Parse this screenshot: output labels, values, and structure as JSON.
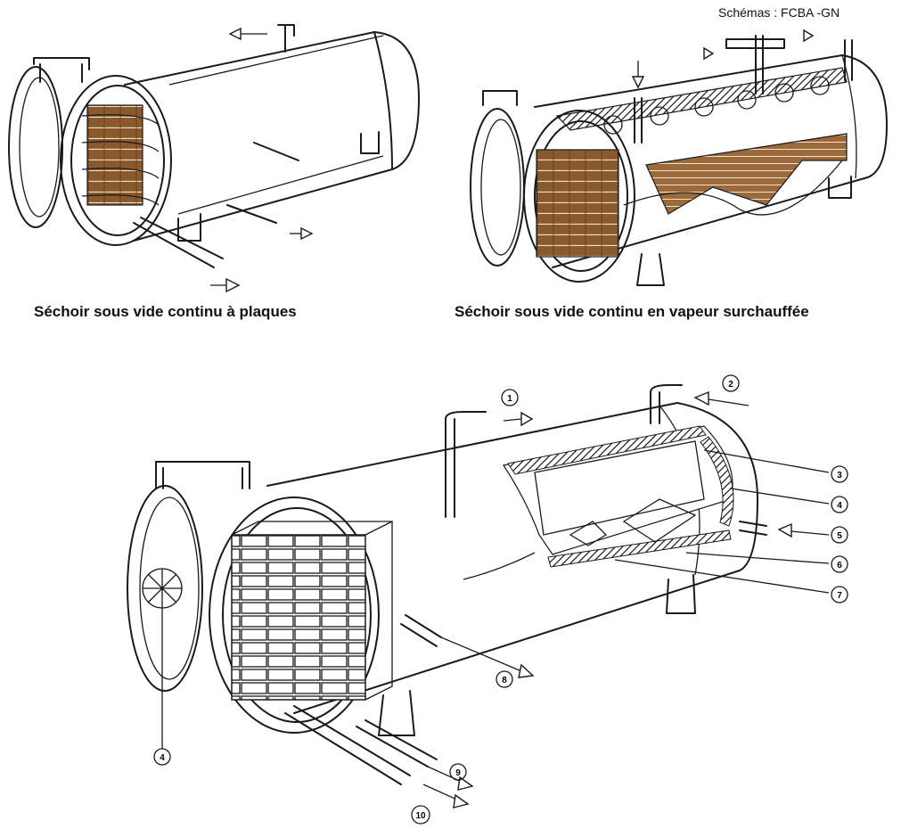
{
  "credit": "Schémas : FCBA -GN",
  "captions": {
    "left": "Séchoir sous vide continu à plaques",
    "right": "Séchoir sous vide continu en vapeur surchauffée"
  },
  "callouts": [
    "1",
    "2",
    "3",
    "4",
    "5",
    "6",
    "7",
    "8",
    "9",
    "10",
    "4"
  ],
  "colors": {
    "wood": "#8a5a2e",
    "line": "#1a1a1a"
  }
}
